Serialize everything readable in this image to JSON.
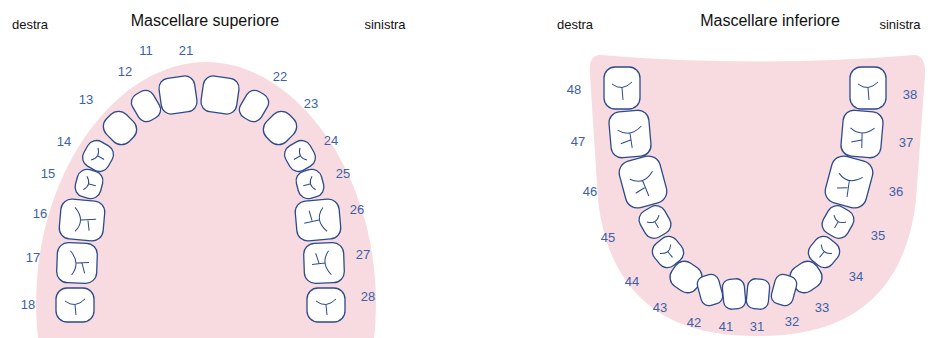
{
  "diagram": {
    "labels": [
      "destra",
      "Mascellare superiore",
      "sinistra",
      "destra",
      "Mascellare inferiore",
      "sinistra",
      "11",
      "21",
      "12",
      "22",
      "13",
      "23",
      "14",
      "24",
      "15",
      "25",
      "16",
      "26",
      "17",
      "27",
      "18",
      "28",
      "48",
      "38",
      "47",
      "37",
      "46",
      "36",
      "45",
      "35",
      "44",
      "34",
      "43",
      "33",
      "42",
      "32",
      "41",
      "31"
    ]
  }
}
